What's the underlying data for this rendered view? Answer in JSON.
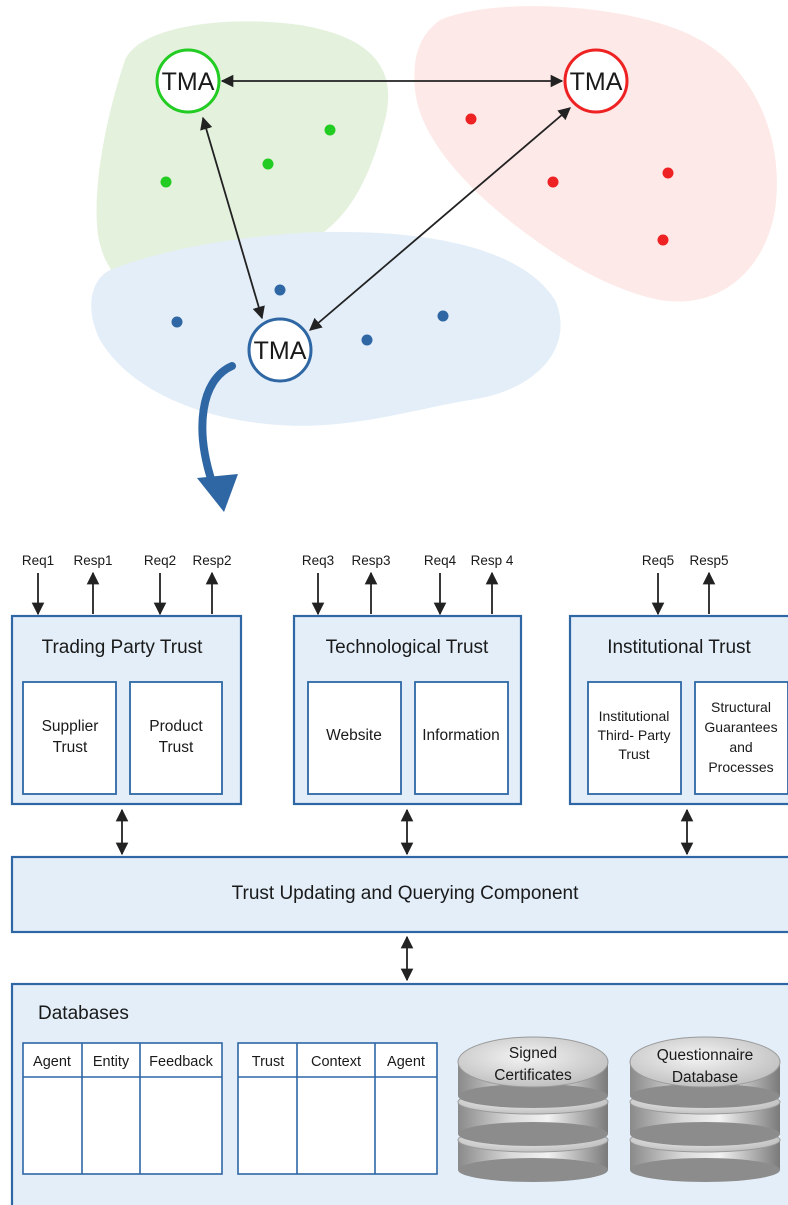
{
  "network": {
    "nodes": [
      {
        "id": "green",
        "label": "TMA",
        "color": "#22cc22",
        "region_fill": "#e4f1dd"
      },
      {
        "id": "red",
        "label": "TMA",
        "color": "#ee2222",
        "region_fill": "#fde9e7"
      },
      {
        "id": "blue",
        "label": "TMA",
        "color": "#2f67a5",
        "region_fill": "#e3eef8"
      }
    ]
  },
  "io": {
    "req1": "Req1",
    "resp1": "Resp1",
    "req2": "Req2",
    "resp2": "Resp2",
    "req3": "Req3",
    "resp3": "Resp3",
    "req4": "Req4",
    "resp4": "Resp 4",
    "req5": "Req5",
    "resp5": "Resp5"
  },
  "trading": {
    "title": "Trading Party Trust",
    "supplier": [
      "Supplier",
      "Trust"
    ],
    "product": [
      "Product",
      "Trust"
    ]
  },
  "technological": {
    "title": "Technological Trust",
    "website": "Website",
    "information": "Information"
  },
  "institutional": {
    "title": "Institutional Trust",
    "third_party": [
      "Institutional",
      "Third- Party",
      "Trust"
    ],
    "structural": [
      "Structural",
      "Guarantees",
      "and",
      "Processes"
    ]
  },
  "component": {
    "title": "Trust Updating and Querying Component"
  },
  "databases": {
    "title": "Databases",
    "table1_headers": [
      "Agent",
      "Entity",
      "Feedback"
    ],
    "table2_headers": [
      "Trust",
      "Context",
      "Agent"
    ],
    "db1": [
      "Signed",
      "Certificates"
    ],
    "db2": [
      "Questionnaire",
      "Database"
    ]
  }
}
